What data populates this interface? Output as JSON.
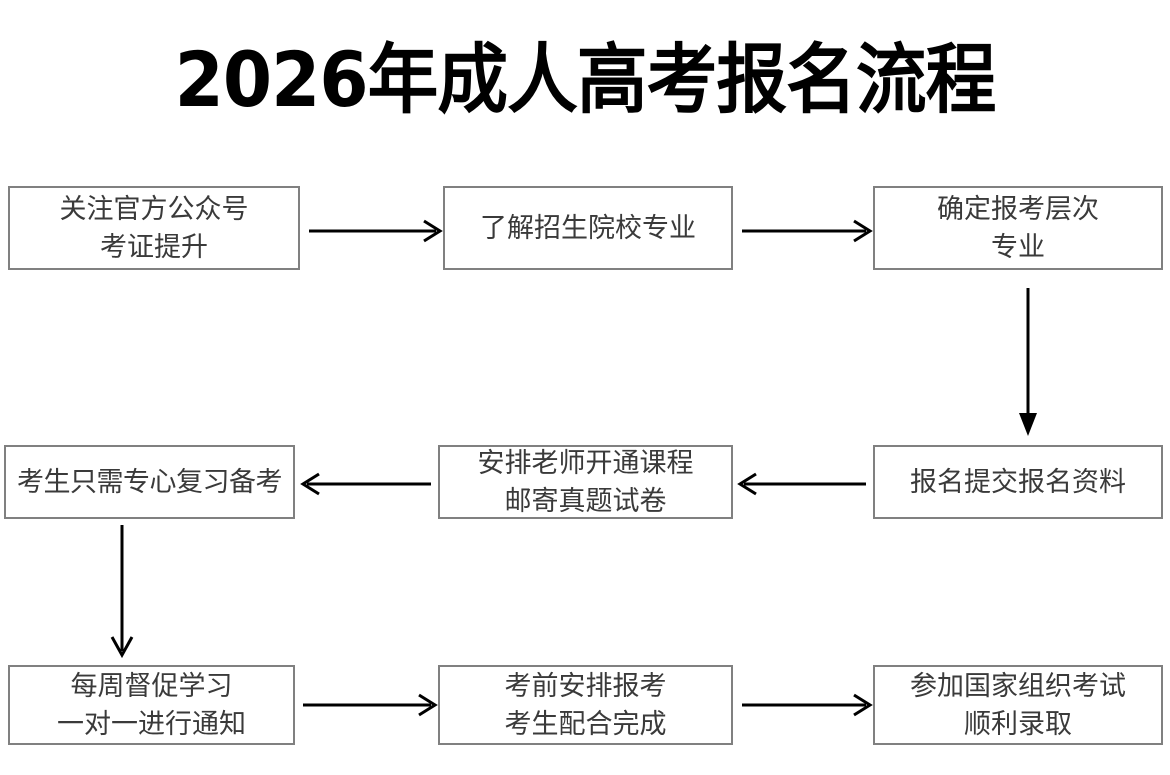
{
  "title": "2026年成人高考报名流程",
  "theme": {
    "background": "#ffffff",
    "box_border": "#808080",
    "box_fill": "#ffffff",
    "box_text": "#3a3a3a",
    "arrow": "#000000",
    "title_color": "#000000"
  },
  "flow": {
    "nodes": [
      {
        "id": "follow-official",
        "row": 1,
        "col": 1,
        "lines": [
          "关注官方公众号",
          "考证提升"
        ]
      },
      {
        "id": "learn-majors",
        "row": 1,
        "col": 2,
        "lines": [
          "了解招生院校专业"
        ]
      },
      {
        "id": "choose-level",
        "row": 1,
        "col": 3,
        "lines": [
          "确定报考层次",
          "专业"
        ]
      },
      {
        "id": "focus-review",
        "row": 2,
        "col": 1,
        "lines": [
          "考生只需专心复习备考"
        ]
      },
      {
        "id": "teacher-course",
        "row": 2,
        "col": 2,
        "lines": [
          "安排老师开通课程",
          "邮寄真题试卷"
        ]
      },
      {
        "id": "submit-materials",
        "row": 2,
        "col": 3,
        "lines": [
          "报名提交报名资料"
        ]
      },
      {
        "id": "weekly-supervise",
        "row": 3,
        "col": 1,
        "lines": [
          "每周督促学习",
          "一对一进行通知"
        ]
      },
      {
        "id": "pre-exam-arrange",
        "row": 3,
        "col": 2,
        "lines": [
          "考前安排报考",
          "考生配合完成"
        ]
      },
      {
        "id": "national-exam",
        "row": 3,
        "col": 3,
        "lines": [
          "参加国家组织考试",
          "顺利录取"
        ]
      }
    ],
    "edges": [
      {
        "id": "edge-1",
        "from": "follow-official",
        "to": "learn-majors",
        "direction": "right"
      },
      {
        "id": "edge-2",
        "from": "learn-majors",
        "to": "choose-level",
        "direction": "right"
      },
      {
        "id": "edge-3",
        "from": "choose-level",
        "to": "submit-materials",
        "direction": "down"
      },
      {
        "id": "edge-4",
        "from": "submit-materials",
        "to": "teacher-course",
        "direction": "left"
      },
      {
        "id": "edge-5",
        "from": "teacher-course",
        "to": "focus-review",
        "direction": "left"
      },
      {
        "id": "edge-6",
        "from": "focus-review",
        "to": "weekly-supervise",
        "direction": "down"
      },
      {
        "id": "edge-7",
        "from": "weekly-supervise",
        "to": "pre-exam-arrange",
        "direction": "right"
      },
      {
        "id": "edge-8",
        "from": "pre-exam-arrange",
        "to": "national-exam",
        "direction": "right"
      }
    ]
  }
}
